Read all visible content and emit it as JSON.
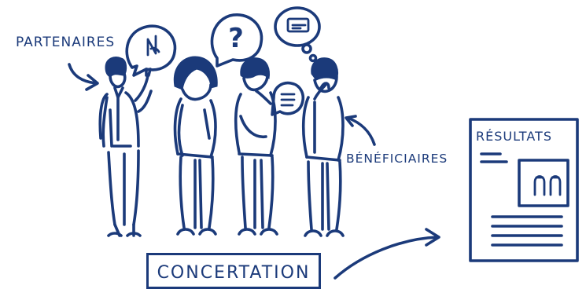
{
  "labels": {
    "partenaires": "PARTENAIRES",
    "beneficiaires": "BÉNÉFICIAIRES",
    "resultats": "RÉSULTATS",
    "concertation": "CONCERTATION"
  },
  "bubbles": {
    "question_mark": "?"
  },
  "colors": {
    "ink": "#1b3a7a",
    "background": "#ffffff"
  }
}
